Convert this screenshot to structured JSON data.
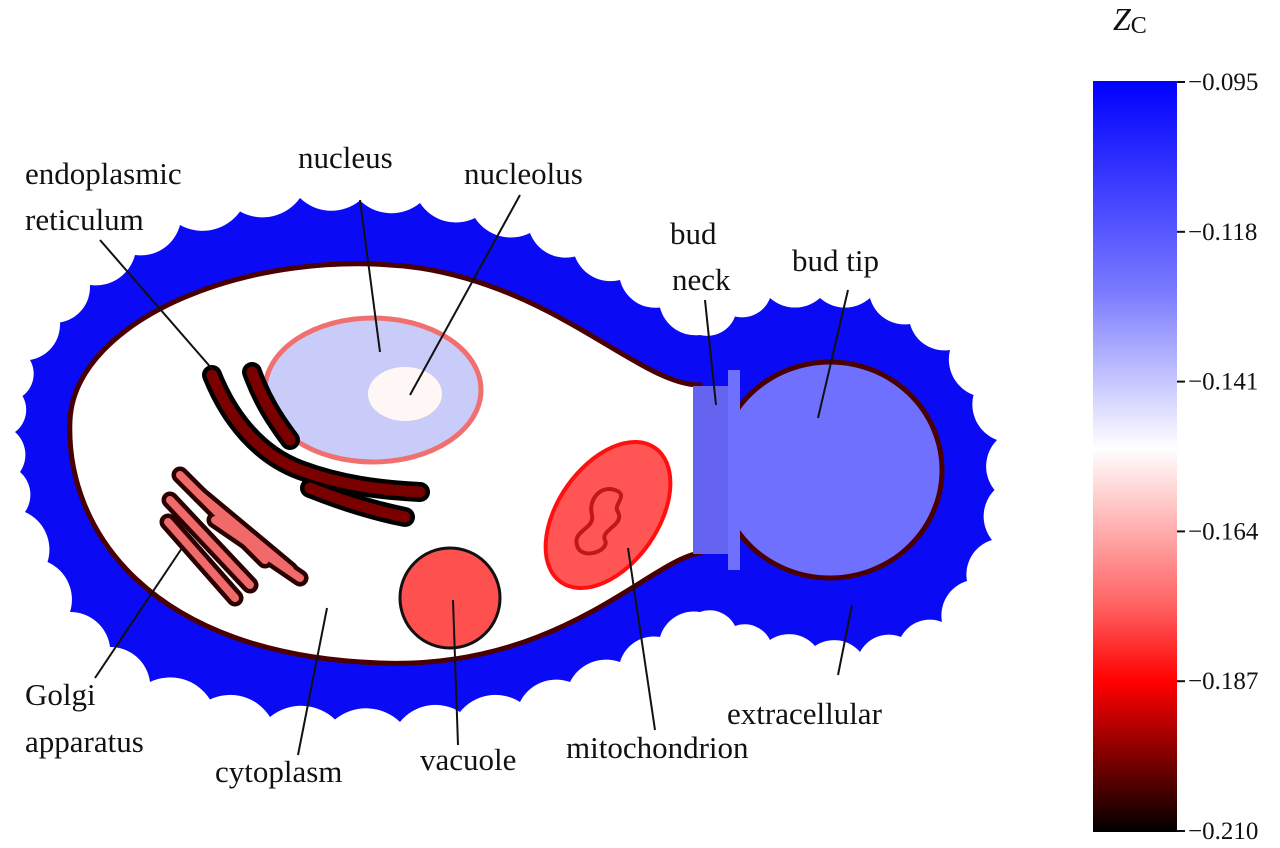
{
  "labels": {
    "endoplasmic_reticulum": [
      "endoplasmic",
      "reticulum"
    ],
    "nucleus": "nucleus",
    "nucleolus": "nucleolus",
    "bud_neck": [
      "bud",
      "neck"
    ],
    "bud_tip": "bud tip",
    "golgi": [
      "Golgi",
      "apparatus"
    ],
    "cytoplasm": "cytoplasm",
    "vacuole": "vacuole",
    "mitochondrion": "mitochondrion",
    "extracellular": "extracellular"
  },
  "colorbar": {
    "title": "Z",
    "title_sub": "C",
    "ticks": [
      "−0.095",
      "−0.118",
      "−0.141",
      "−0.164",
      "−0.187",
      "−0.210"
    ],
    "range": [
      -0.21,
      -0.095
    ],
    "colors": {
      "top": "#0000ff",
      "mid": "#ffffff",
      "red": "#ff0000",
      "bottom": "#000000"
    }
  },
  "colors": {
    "extracellular": "#0a0af5",
    "membrane": "#4a0000",
    "nucleus_fill": "#c9ccf8",
    "nucleus_edge": "#f07070",
    "nucleolus": "#fff7f5",
    "er": "#7a0000",
    "golgi": "#f06a6a",
    "vacuole": "#ff5050",
    "mito": "#ff5555",
    "bud_tip": "#7070ff",
    "bud_neck": "#6464f0"
  }
}
